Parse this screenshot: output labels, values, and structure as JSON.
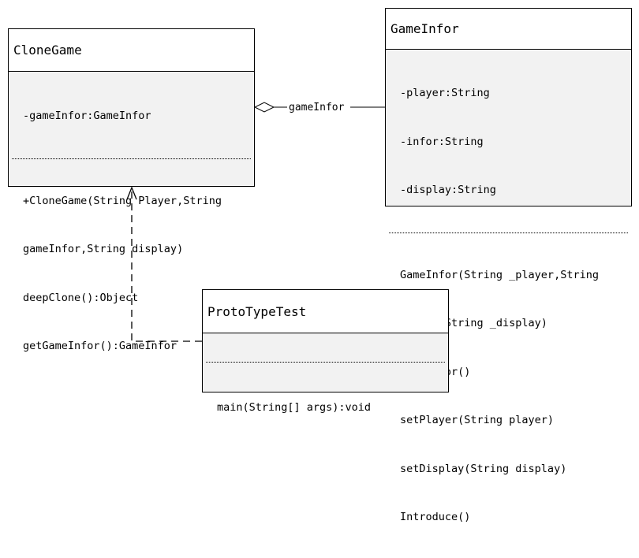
{
  "classes": {
    "clone_game": {
      "name": "CloneGame",
      "attributes": [
        "-gameInfor:GameInfor"
      ],
      "operations": [
        "+CloneGame(String Player,String",
        "gameInfor,String display)",
        "deepClone():Object",
        "getGameInfor():GameInfor"
      ]
    },
    "game_infor": {
      "name": "GameInfor",
      "attributes": [
        "-player:String",
        "-infor:String",
        "-display:String"
      ],
      "operations": [
        "GameInfor(String _player,String",
        "_infor,String _display)",
        "GameInfor()",
        "setPlayer(String player)",
        "setDisplay(String display)",
        "Introduce()"
      ]
    },
    "prototype_test": {
      "name": "ProtoTypeTest",
      "attributes": [],
      "operations": [
        "main(String[] args):void"
      ]
    }
  },
  "relations": {
    "aggregation_label": "gameInfor"
  }
}
